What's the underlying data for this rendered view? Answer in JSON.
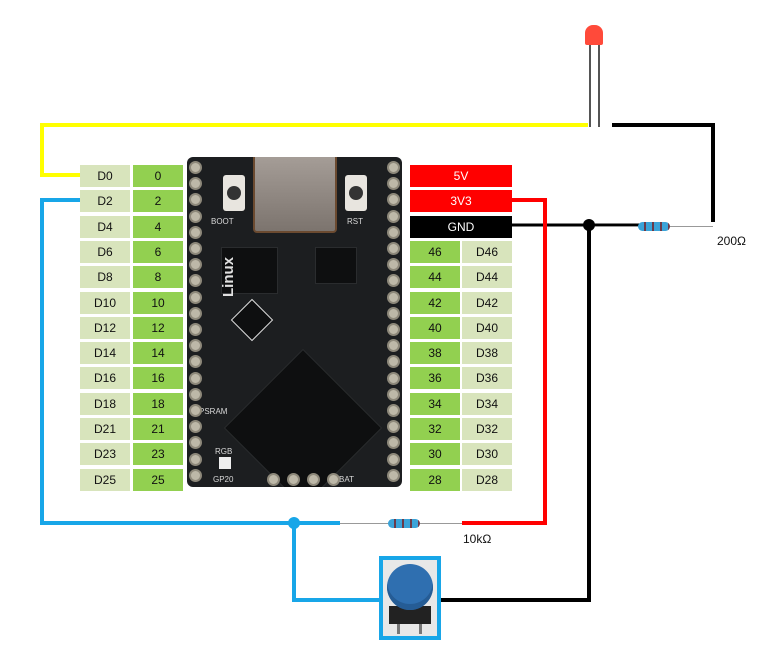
{
  "left_header": {
    "pins": [
      {
        "name": "D0",
        "num": "0"
      },
      {
        "name": "D2",
        "num": "2"
      },
      {
        "name": "D4",
        "num": "4"
      },
      {
        "name": "D6",
        "num": "6"
      },
      {
        "name": "D8",
        "num": "8"
      },
      {
        "name": "D10",
        "num": "10"
      },
      {
        "name": "D12",
        "num": "12"
      },
      {
        "name": "D14",
        "num": "14"
      },
      {
        "name": "D16",
        "num": "16"
      },
      {
        "name": "D18",
        "num": "18"
      },
      {
        "name": "D21",
        "num": "21"
      },
      {
        "name": "D23",
        "num": "23"
      },
      {
        "name": "D25",
        "num": "25"
      }
    ]
  },
  "right_header": {
    "power": [
      {
        "label": "5V",
        "color": "#ff0000"
      },
      {
        "label": "3V3",
        "color": "#ff0000"
      },
      {
        "label": "GND",
        "color": "#000000"
      }
    ],
    "pins": [
      {
        "num": "46",
        "name": "D46"
      },
      {
        "num": "44",
        "name": "D44"
      },
      {
        "num": "42",
        "name": "D42"
      },
      {
        "num": "40",
        "name": "D40"
      },
      {
        "num": "38",
        "name": "D38"
      },
      {
        "num": "36",
        "name": "D36"
      },
      {
        "num": "34",
        "name": "D34"
      },
      {
        "num": "32",
        "name": "D32"
      },
      {
        "num": "30",
        "name": "D30"
      },
      {
        "num": "28",
        "name": "D28"
      }
    ]
  },
  "board": {
    "silkscreen": {
      "boot": "BOOT",
      "rst": "RST",
      "os": "Linux",
      "psram": "PSRAM",
      "rgb": "RGB",
      "gpio": "GP20",
      "bat": "BAT"
    }
  },
  "components": {
    "led": {
      "color": "red"
    },
    "resistor_led": {
      "value": "200Ω"
    },
    "resistor_pullup": {
      "value": "10kΩ"
    },
    "button": {
      "color": "blue"
    }
  },
  "wire_colors": {
    "led_signal": "#ffff00",
    "button_signal": "#18a6e8",
    "power_3v3": "#ff0000",
    "ground": "#000000"
  }
}
